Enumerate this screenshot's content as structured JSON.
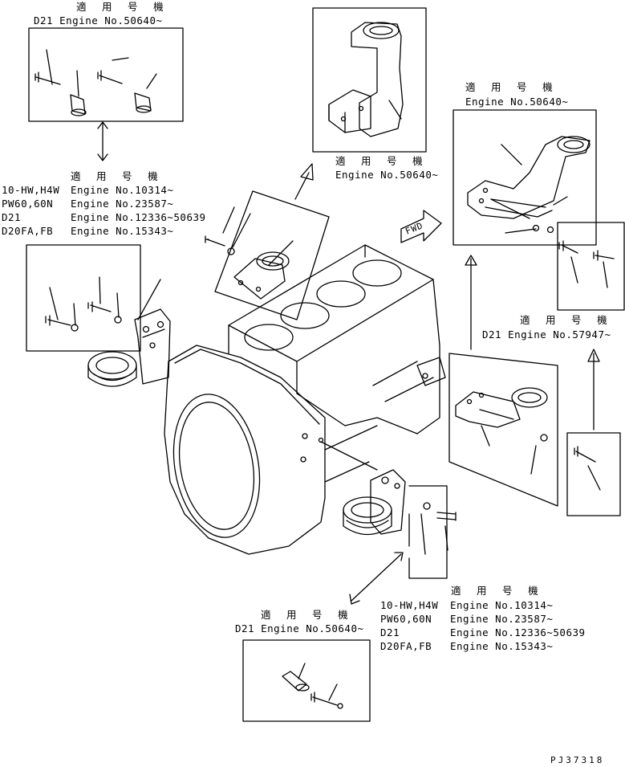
{
  "header_label": "適 用 号 機",
  "labels": {
    "top_left_engine": "D21 Engine No.50640~",
    "top_center_engine": "Engine No.50640~",
    "right_top_engine": "Engine No.50640~",
    "right_mid_engine": "D21 Engine No.57947~",
    "bottom_center_engine": "D21 Engine No.50640~"
  },
  "left_table": [
    {
      "model": "10-HW,H4W",
      "engine": "Engine No.10314~"
    },
    {
      "model": "PW60,60N",
      "engine": "Engine No.23587~"
    },
    {
      "model": "D21",
      "engine": "Engine No.12336~50639"
    },
    {
      "model": "D20FA,FB",
      "engine": "Engine No.15343~"
    }
  ],
  "right_table": [
    {
      "model": "10-HW,H4W",
      "engine": "Engine No.10314~"
    },
    {
      "model": "PW60,60N",
      "engine": "Engine No.23587~"
    },
    {
      "model": "D21",
      "engine": "Engine No.12336~50639"
    },
    {
      "model": "D20FA,FB",
      "engine": "Engine No.15343~"
    }
  ],
  "fwd_label": "FWD",
  "drawing_code": "PJ37318"
}
